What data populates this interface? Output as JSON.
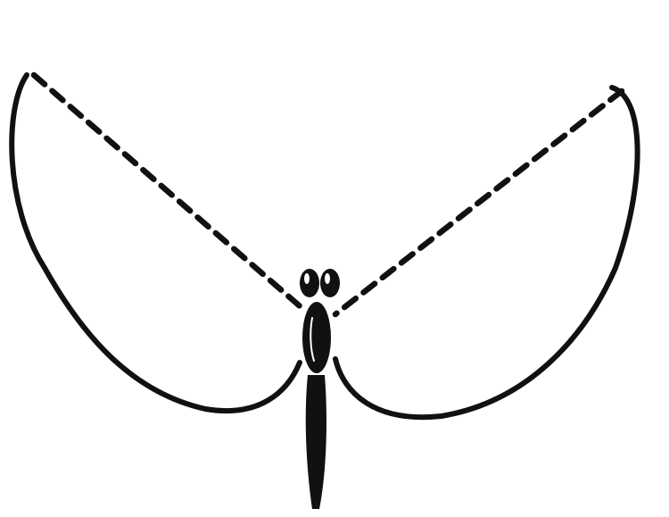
{
  "figure": {
    "subject": "butterfly-outline-icon",
    "style": "line-drawing",
    "colors": {
      "background": "#ffffff",
      "ink": "#111111"
    },
    "outline": {
      "upper_wing_edges": "dashed",
      "outer_wing_edges": "solid"
    }
  }
}
